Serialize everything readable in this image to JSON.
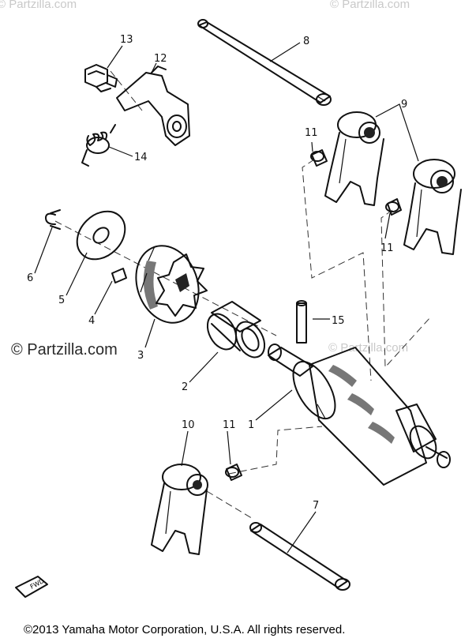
{
  "watermarks": {
    "top_left": "© Partzilla.com",
    "top_right": "© Partzilla.com",
    "middle_left": "© Partzilla.com",
    "middle_right": "© Partzilla.com"
  },
  "copyright": "©2013  Yamaha Motor Corporation, U.S.A. All rights reserved.",
  "fwd_label": "FWD",
  "callouts": {
    "c1": "1",
    "c2": "2",
    "c3": "3",
    "c4": "4",
    "c5": "5",
    "c6": "6",
    "c7": "7",
    "c8": "8",
    "c9": "9",
    "c10": "10",
    "c11a": "11",
    "c11b": "11",
    "c11c": "11",
    "c12": "12",
    "c13": "13",
    "c14": "14",
    "c15": "15"
  }
}
